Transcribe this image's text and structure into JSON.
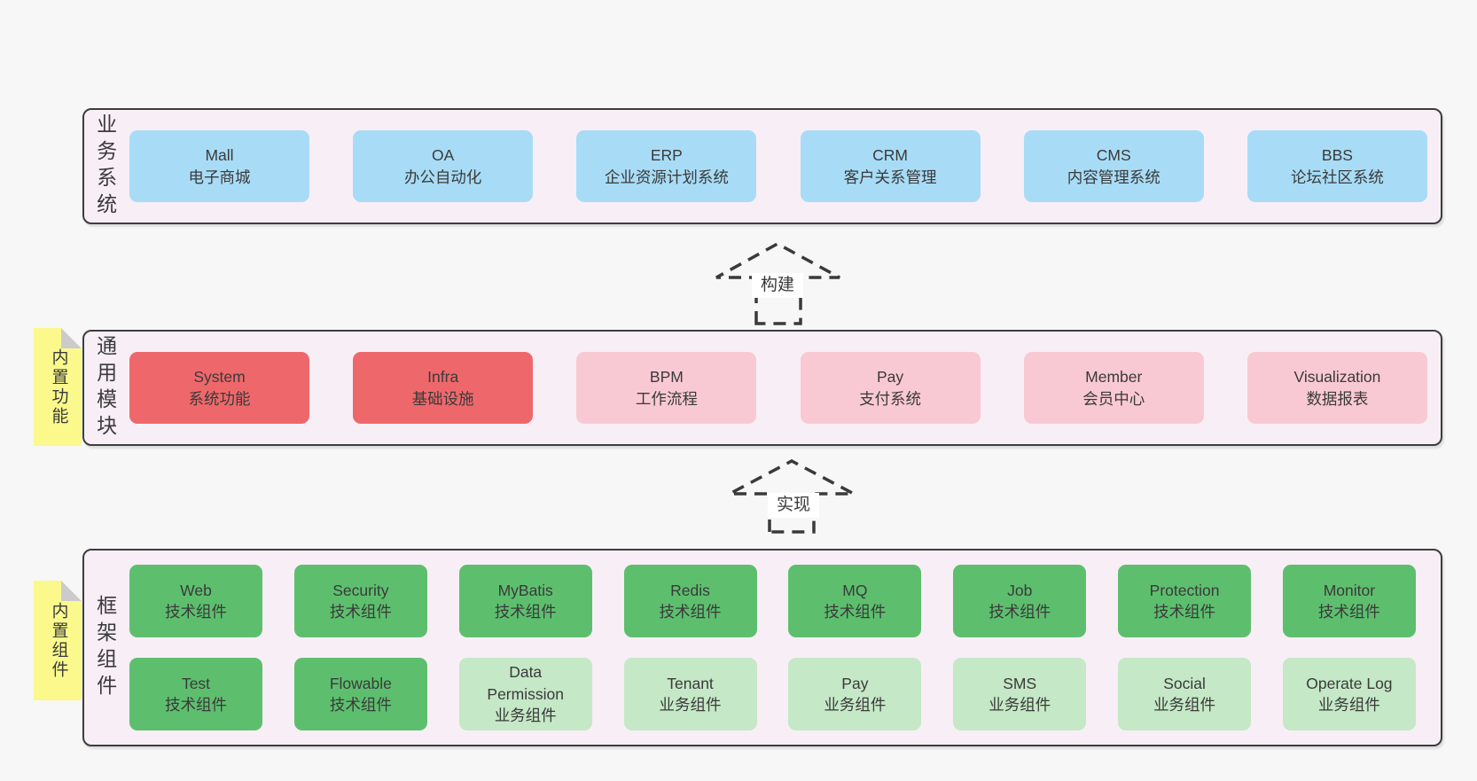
{
  "colors": {
    "page_bg": "#f7f7f7",
    "band_bg": "#f8eef6",
    "band_border": "#3d3d3d",
    "blue": "#a8dcf6",
    "red": "#ee686b",
    "pink": "#f9c9d3",
    "green": "#5dbf6e",
    "light_green": "#c5e8c6",
    "sticky_yellow": "#fbf98c",
    "sticky_fold": "#cbcbcb",
    "text": "#3a3a3a"
  },
  "arrows": {
    "build": "构建",
    "implement": "实现"
  },
  "band1": {
    "label": "业务系统",
    "boxes": [
      {
        "en": "Mall",
        "zh": "电子商城"
      },
      {
        "en": "OA",
        "zh": "办公自动化"
      },
      {
        "en": "ERP",
        "zh": "企业资源计划系统"
      },
      {
        "en": "CRM",
        "zh": "客户关系管理"
      },
      {
        "en": "CMS",
        "zh": "内容管理系统"
      },
      {
        "en": "BBS",
        "zh": "论坛社区系统"
      }
    ]
  },
  "band2": {
    "label": "通用模块",
    "sticky": "内置功能",
    "boxes": [
      {
        "en": "System",
        "zh": "系统功能"
      },
      {
        "en": "Infra",
        "zh": "基础设施"
      },
      {
        "en": "BPM",
        "zh": "工作流程"
      },
      {
        "en": "Pay",
        "zh": "支付系统"
      },
      {
        "en": "Member",
        "zh": "会员中心"
      },
      {
        "en": "Visualization",
        "zh": "数据报表"
      }
    ]
  },
  "band3": {
    "label": "框架组件",
    "sticky": "内置组件",
    "row1": [
      {
        "en": "Web",
        "zh": "技术组件"
      },
      {
        "en": "Security",
        "zh": "技术组件"
      },
      {
        "en": "MyBatis",
        "zh": "技术组件"
      },
      {
        "en": "Redis",
        "zh": "技术组件"
      },
      {
        "en": "MQ",
        "zh": "技术组件"
      },
      {
        "en": "Job",
        "zh": "技术组件"
      },
      {
        "en": "Protection",
        "zh": "技术组件"
      },
      {
        "en": "Monitor",
        "zh": "技术组件"
      }
    ],
    "row2": [
      {
        "en": "Test",
        "zh": "技术组件"
      },
      {
        "en": "Flowable",
        "zh": "技术组件"
      },
      {
        "en": "Data Permission",
        "zh": "业务组件"
      },
      {
        "en": "Tenant",
        "zh": "业务组件"
      },
      {
        "en": "Pay",
        "zh": "业务组件"
      },
      {
        "en": "SMS",
        "zh": "业务组件"
      },
      {
        "en": "Social",
        "zh": "业务组件"
      },
      {
        "en": "Operate Log",
        "zh": "业务组件"
      }
    ]
  }
}
